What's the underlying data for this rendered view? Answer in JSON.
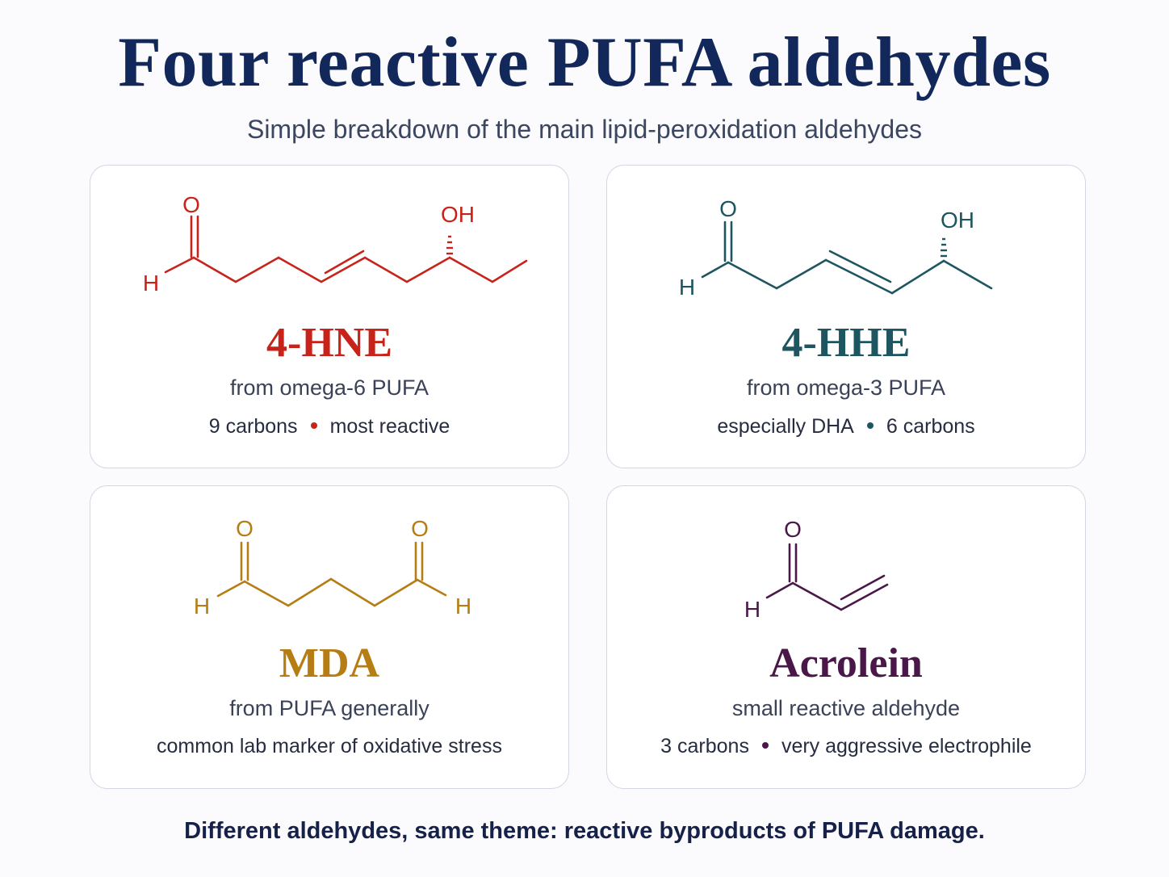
{
  "title": "Four reactive PUFA aldehydes",
  "subtitle": "Simple breakdown of the main lipid-peroxidation aldehydes",
  "cards": [
    {
      "name": "4-HNE",
      "source": "from omega-6 PUFA",
      "detail_left": "9 carbons",
      "detail_right": "most reactive",
      "color": "#c8231b",
      "atoms": {
        "o": "O",
        "h": "H",
        "oh": "OH"
      }
    },
    {
      "name": "4-HHE",
      "source": "from omega-3 PUFA",
      "detail_left": "especially DHA",
      "detail_right": "6 carbons",
      "color": "#1d5560",
      "atoms": {
        "o": "O",
        "h": "H",
        "oh": "OH"
      }
    },
    {
      "name": "MDA",
      "source": "from PUFA generally",
      "detail": "common lab marker of oxidative stress",
      "color": "#b57d14",
      "atoms": {
        "o1": "O",
        "o2": "O",
        "h1": "H",
        "h2": "H"
      }
    },
    {
      "name": "Acrolein",
      "source": "small reactive aldehyde",
      "detail_left": "3 carbons",
      "detail_right": "very aggressive electrophile",
      "color": "#4a1848",
      "atoms": {
        "o": "O",
        "h": "H"
      }
    }
  ],
  "footer": "Different aldehydes, same theme: reactive byproducts of PUFA damage."
}
